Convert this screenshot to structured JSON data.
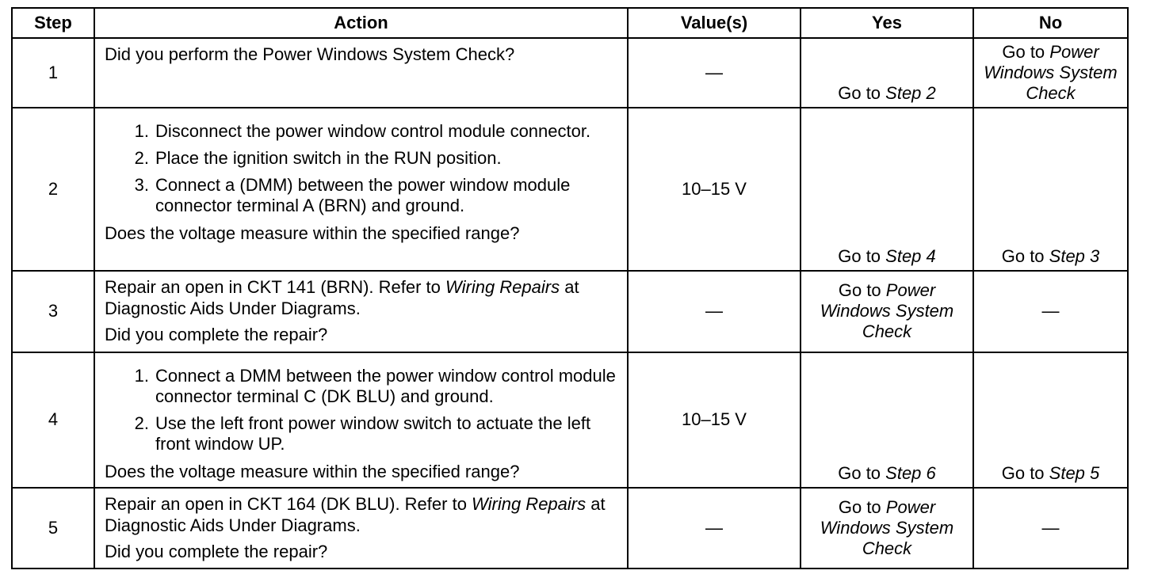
{
  "headers": {
    "step": "Step",
    "action": "Action",
    "values": "Value(s)",
    "yes": "Yes",
    "no": "No"
  },
  "rows": [
    {
      "step": "1",
      "action_text": "Did you perform the Power Windows System Check?",
      "value": "—",
      "yes_prefix": "Go to ",
      "yes_ref": "Step 2",
      "no_prefix": "Go to ",
      "no_ref": "Power Windows System Check"
    },
    {
      "step": "2",
      "items": [
        {
          "n": "1.",
          "text": "Disconnect the power window control module connector."
        },
        {
          "n": "2.",
          "text": "Place the ignition switch in the RUN position."
        },
        {
          "n": "3.",
          "text": "Connect a (DMM) between the power window module connector terminal A (BRN) and ground."
        }
      ],
      "question": "Does the voltage measure within the specified range?",
      "value": "10–15 V",
      "yes_prefix": "Go to ",
      "yes_ref": "Step 4",
      "no_prefix": "Go to ",
      "no_ref": "Step 3"
    },
    {
      "step": "3",
      "action_pre": "Repair an open in CKT 141 (BRN). Refer to ",
      "action_ref": "Wiring Repairs",
      "action_post": " at Diagnostic Aids Under Diagrams.",
      "question": "Did you complete the repair?",
      "value": "—",
      "yes_prefix": "Go to ",
      "yes_ref": "Power Windows System Check",
      "no": "—"
    },
    {
      "step": "4",
      "items": [
        {
          "n": "1.",
          "text": "Connect a DMM between the power window control module connector terminal C (DK BLU) and ground."
        },
        {
          "n": "2.",
          "text": "Use the left front power window switch to actuate the left front window UP."
        }
      ],
      "question": "Does the voltage measure within the specified range?",
      "value": "10–15 V",
      "yes_prefix": "Go to ",
      "yes_ref": "Step 6",
      "no_prefix": "Go to ",
      "no_ref": "Step 5"
    },
    {
      "step": "5",
      "action_pre": "Repair an open in CKT 164 (DK BLU). Refer to ",
      "action_ref": "Wiring Repairs",
      "action_post": " at Diagnostic Aids Under Diagrams.",
      "question": "Did you complete the repair?",
      "value": "—",
      "yes_prefix": "Go to ",
      "yes_ref": "Power Windows System Check",
      "no": "—"
    }
  ]
}
